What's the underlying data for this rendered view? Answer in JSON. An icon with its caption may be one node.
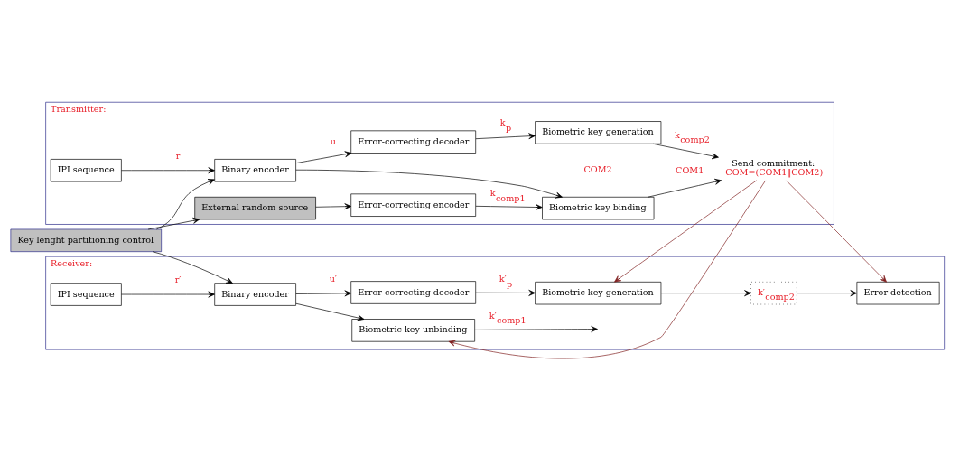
{
  "diagram": {
    "nodes": [
      {
        "text": [
          "Key lenght partitioning control"
        ]
      },
      {
        "text": [
          "Transmitter:"
        ]
      },
      {
        "text": [
          "IPI sequence"
        ],
        "in": 1
      },
      {
        "text": [
          "Binary encoder"
        ],
        "in": 1
      },
      {
        "text": [
          "Error-correcting decoder"
        ],
        "in": 1
      },
      {
        "text": [
          "Biometric key generation"
        ],
        "in": 1,
        "beside": [
          "COM2"
        ]
      },
      {
        "text": [
          "External random source"
        ],
        "in": 1
      },
      {
        "text": [
          "Error-correcting encoder"
        ],
        "in": 1
      },
      {
        "text": [
          "Biometric key binding"
        ],
        "in": 1
      },
      {
        "text": [
          "Send commitment:",
          "COM=(COM1‖COM2)"
        ],
        "in": 1
      },
      {
        "text": [
          "Receiver:"
        ]
      },
      {
        "text": [
          "IPI sequence"
        ],
        "in": 10
      },
      {
        "text": [
          "Binary encoder"
        ],
        "in": 10
      },
      {
        "text": [
          "Biometric key unbinding"
        ],
        "in": 10
      },
      {
        "text": [
          "Error-correcting decoder"
        ],
        "in": 10
      },
      {
        "text": [
          "Biometric key generation"
        ],
        "in": 10
      },
      {
        "text": [
          "k′$_{comp2}$"
        ],
        "in": 10
      },
      {
        "text": [
          "Error detection"
        ],
        "in": 10
      }
    ],
    "edges": [
      {
        "from": 0,
        "to": 3,
        "arrow": "to"
      },
      {
        "from": 0,
        "to": 6,
        "arrow": "to"
      },
      {
        "from": 0,
        "to": 12,
        "arrow": "to"
      },
      {
        "from": 2,
        "to": 3,
        "arrow": "to",
        "label": "r"
      },
      {
        "from": 3,
        "to": 4,
        "arrow": "to",
        "label": "u"
      },
      {
        "from": 4,
        "to": 5,
        "arrow": "to",
        "label": "k$_{p}$"
      },
      {
        "from": 3,
        "to": 8,
        "arrow": "to"
      },
      {
        "from": 6,
        "to": 7,
        "arrow": "to"
      },
      {
        "from": 7,
        "to": 8,
        "arrow": "to",
        "label": "k$_{comp1}$"
      },
      {
        "from": 5,
        "to": 9,
        "arrow": "to",
        "label": "k$_{comp2}$"
      },
      {
        "from": 8,
        "to": 9,
        "arrow": "to",
        "label": "COM1"
      },
      {
        "from": 9,
        "to": 13,
        "arrow": "to",
        "color": "#7f1f1f"
      },
      {
        "from": 9,
        "to": 15,
        "arrow": "to",
        "color": "#7f1f1f"
      },
      {
        "from": 9,
        "to": 17,
        "arrow": "to",
        "color": "#7f1f1f"
      },
      {
        "from": 11,
        "to": 12,
        "arrow": "to",
        "label": "r′"
      },
      {
        "from": 12,
        "to": 13,
        "arrow": "to"
      },
      {
        "from": 12,
        "to": 14,
        "arrow": "to",
        "label": "u′"
      },
      {
        "from": 14,
        "to": 15,
        "arrow": "to",
        "label": "k′$_{p}$"
      },
      {
        "from": 13,
        "to": null,
        "arrow": "to",
        "label": "k′$_{comp1}$"
      },
      {
        "from": 15,
        "to": 16,
        "arrow": "to"
      },
      {
        "from": 16,
        "to": 17,
        "arrow": "to"
      }
    ]
  }
}
